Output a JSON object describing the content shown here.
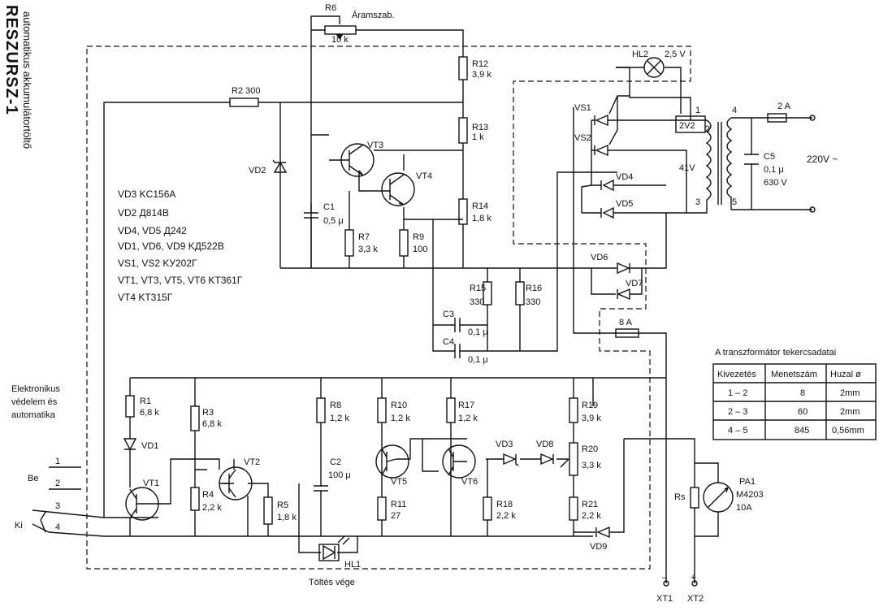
{
  "header": {
    "title": "RESZURSZ-1",
    "subtitle": "automatikus akkumulátortöltő"
  },
  "labels": {
    "R6": "R6",
    "R6_val": "10 k",
    "aramszab": "Áramszab.",
    "R2": "R2 300",
    "R12": "R12",
    "R12_val": "3,9 k",
    "R13": "R13",
    "R13_val": "1 k",
    "R14": "R14",
    "R14_val": "1,8 k",
    "VT3": "VT3",
    "VT4": "VT4",
    "VD2": "VD2",
    "C1": "C1",
    "C1_val": "0,5 μ",
    "R7": "R7",
    "R7_val": "3,3 k",
    "R9": "R9",
    "R9_val": "100",
    "R15": "R15",
    "R15_val": "330",
    "R16": "R16",
    "R16_val": "330",
    "C3": "C3",
    "C3_val": "0,1 μ",
    "C4": "C4",
    "C4_val": "0,1 μ",
    "HL2": "HL2",
    "HL2_val": "2,5 V",
    "VS1": "VS1",
    "VS2": "VS2",
    "VD4": "VD4",
    "VD5": "VD5",
    "VD6": "VD6",
    "VD7": "VD7",
    "fuse8": "8 A",
    "fuse2": "2 A",
    "C5": "C5",
    "C5_val1": "0,1 μ",
    "C5_val2": "630 V",
    "mains": "220V ~",
    "sec_v": "2V2",
    "mid_v": "41V",
    "t1": "1",
    "t2": "2",
    "t3": "3",
    "t4": "4",
    "t5": "5",
    "R1": "R1",
    "R1_val": "6,8 k",
    "VD1": "VD1",
    "VT1": "VT1",
    "R3": "R3",
    "R3_val": "6,8 k",
    "R4": "R4",
    "R4_val": "2,2 k",
    "VT2": "VT2",
    "R5": "R5",
    "R5_val": "1,8 k",
    "R8": "R8",
    "R8_val": "1,2 k",
    "C2": "C2",
    "C2_val": "100 μ",
    "HL1": "HL1",
    "toltes_vege": "Töltés vége",
    "R10": "R10",
    "R10_val": "1,2 k",
    "R11": "R11",
    "R11_val": "27",
    "VT5": "VT5",
    "VT6": "VT6",
    "R17": "R17",
    "R17_val": "1,2 k",
    "R18": "R18",
    "R18_val": "2,2 k",
    "VD3": "VD3",
    "VD8": "VD8",
    "VD9": "VD9",
    "R19": "R19",
    "R19_val": "3,9 k",
    "R20": "R20",
    "R20_val": "3,3 k",
    "R21": "R21",
    "R21_val": "2,2 k",
    "Rs": "Rs",
    "PA1": "PA1",
    "PA1_model": "M4203",
    "PA1_range": "10A",
    "XT1": "XT1",
    "XT2": "XT2",
    "minus": "–",
    "plus": "+",
    "elektronikus": [
      "Elektronikus",
      "védelem és",
      "automatika"
    ],
    "be": "Be",
    "ki": "Ki",
    "pin1": "1",
    "pin2": "2",
    "pin3": "3",
    "pin4": "4"
  },
  "parts_list": [
    "VD3  KC156A",
    "VD2  Д814В",
    "VD4, VD5  Д242",
    "VD1, VD6, VD9  KД522В",
    "VS1, VS2  KУ202Г",
    "VT1, VT3, VT5, VT6  KT361Г",
    "VT4  KT315Г"
  ],
  "winding_table": {
    "caption": "A transzformátor tekercsadatai",
    "headers": [
      "Kivezetés",
      "Menetszám",
      "Huzal ø"
    ],
    "rows": [
      [
        "1 – 2",
        "8",
        "2mm"
      ],
      [
        "2 – 3",
        "60",
        "2mm"
      ],
      [
        "4 – 5",
        "845",
        "0,56mm"
      ]
    ]
  }
}
